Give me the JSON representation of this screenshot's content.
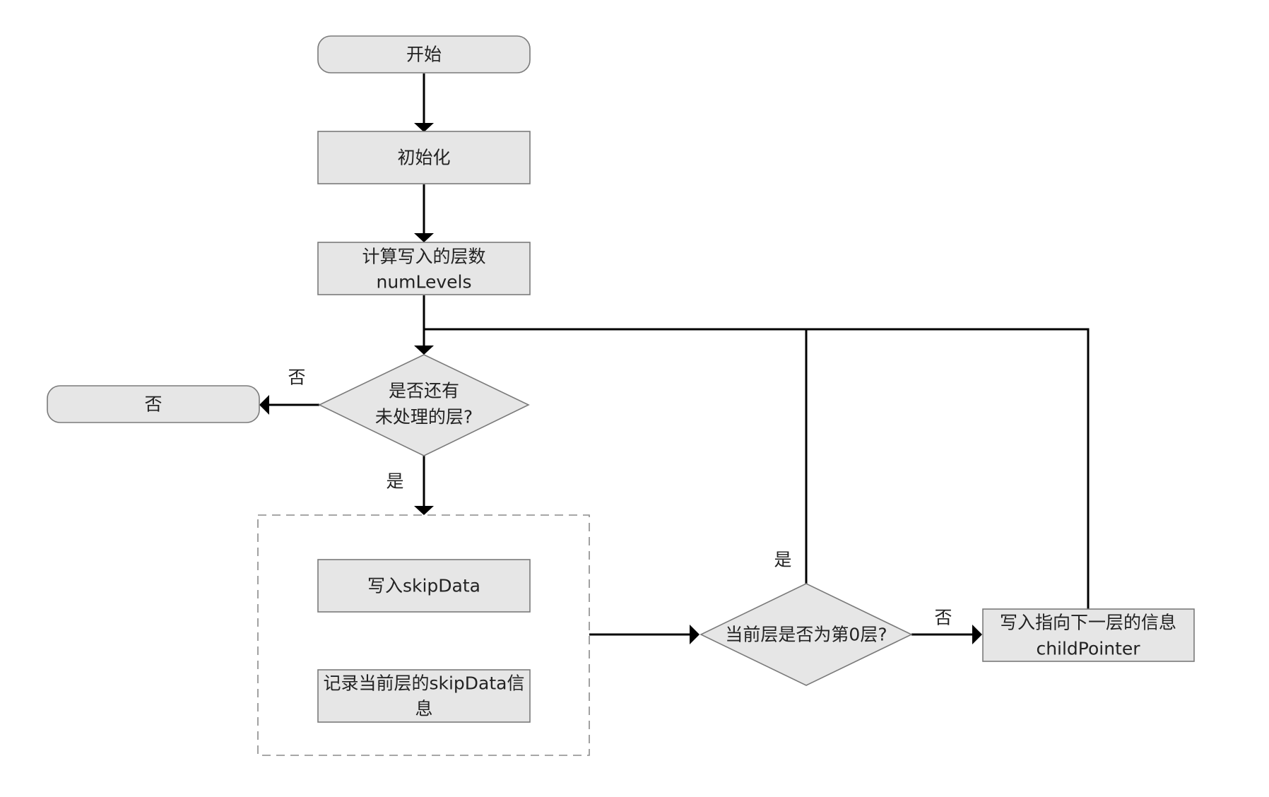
{
  "nodes": {
    "start": "开始",
    "init": "初始化",
    "calc_levels_1": "计算写入的层数",
    "calc_levels_2": "numLevels",
    "has_levels_1": "是否还有",
    "has_levels_2": "未处理的层?",
    "end": "否",
    "write_skipdata": "写入skipData",
    "record_skipdata_1": "记录当前层的skipData信",
    "record_skipdata_2": "息",
    "is_level0": "当前层是否为第0层?",
    "write_child_1": "写入指向下一层的信息",
    "write_child_2": "childPointer"
  },
  "edge_labels": {
    "has_levels_no": "否",
    "has_levels_yes": "是",
    "level0_yes": "是",
    "level0_no": "否"
  },
  "colors": {
    "node_fill": "#e6e6e6",
    "node_stroke": "#7a7a7a",
    "edge": "#000000"
  }
}
